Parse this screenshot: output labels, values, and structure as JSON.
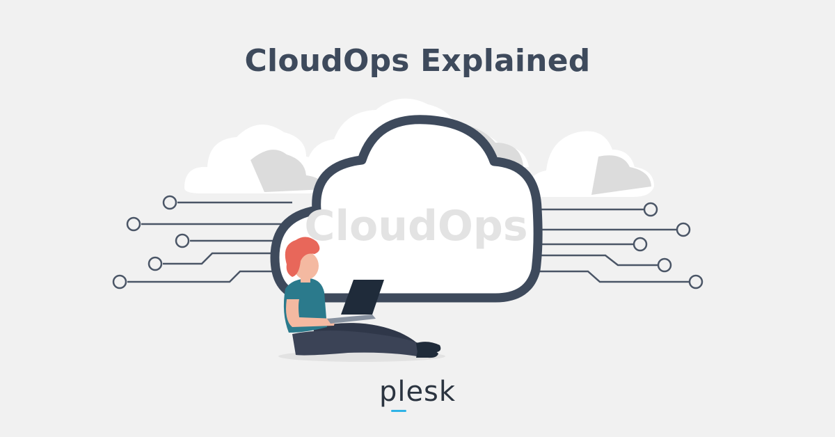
{
  "header": {
    "title": "CloudOps Explained"
  },
  "illustration": {
    "cloud_label": "CloudOps",
    "icons": [
      "cloud-icon",
      "circuit-node-icon",
      "person-with-laptop-icon"
    ]
  },
  "brand": {
    "logo_text": "plesk"
  },
  "colors": {
    "background": "#f1f1f1",
    "title": "#3e4a5c",
    "cloud_outline": "#3e4a5c",
    "cloud_fill": "#ffffff",
    "cloud_label": "#e3e3e3",
    "back_clouds": "#ffffff",
    "back_cloud_shadow": "#dcdcdc",
    "circuit_lines": "#4a5566",
    "hair": "#e8675a",
    "shirt": "#2b7a8c",
    "pants": "#3b4356",
    "skin": "#f4b9a1",
    "laptop": "#1f2b3a",
    "logo_accent": "#2fb3e6"
  }
}
